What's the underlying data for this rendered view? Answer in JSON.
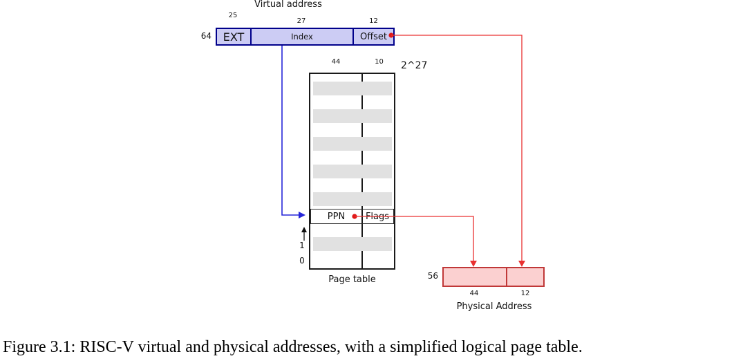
{
  "colors": {
    "va_fill": "#ccccf4",
    "va_border": "#00008b",
    "pa_fill": "#fbd0d0",
    "pa_border": "#c03838",
    "table_border": "#1a1a1a",
    "stripe": "#e1e1e1",
    "blue_arrow": "#2525d8",
    "red_line": "#e93030",
    "red_dot": "#e01818"
  },
  "virtual_address": {
    "title": "Virtual address",
    "total_bits": "64",
    "fields": [
      {
        "label": "EXT",
        "bits": "25"
      },
      {
        "label": "Index",
        "bits": "27"
      },
      {
        "label": "Offset",
        "bits": "12"
      }
    ]
  },
  "page_table": {
    "label": "Page table",
    "entry_count": "2^27",
    "columns": [
      {
        "label": "PPN",
        "bits": "44"
      },
      {
        "label": "Flags",
        "bits": "10"
      }
    ],
    "index_labels": [
      "1",
      "0"
    ]
  },
  "physical_address": {
    "label": "Physical Address",
    "total_bits": "56",
    "fields": [
      {
        "bits": "44"
      },
      {
        "bits": "12"
      }
    ]
  },
  "caption": "Figure 3.1: RISC-V virtual and physical addresses, with a simplified logical page table."
}
